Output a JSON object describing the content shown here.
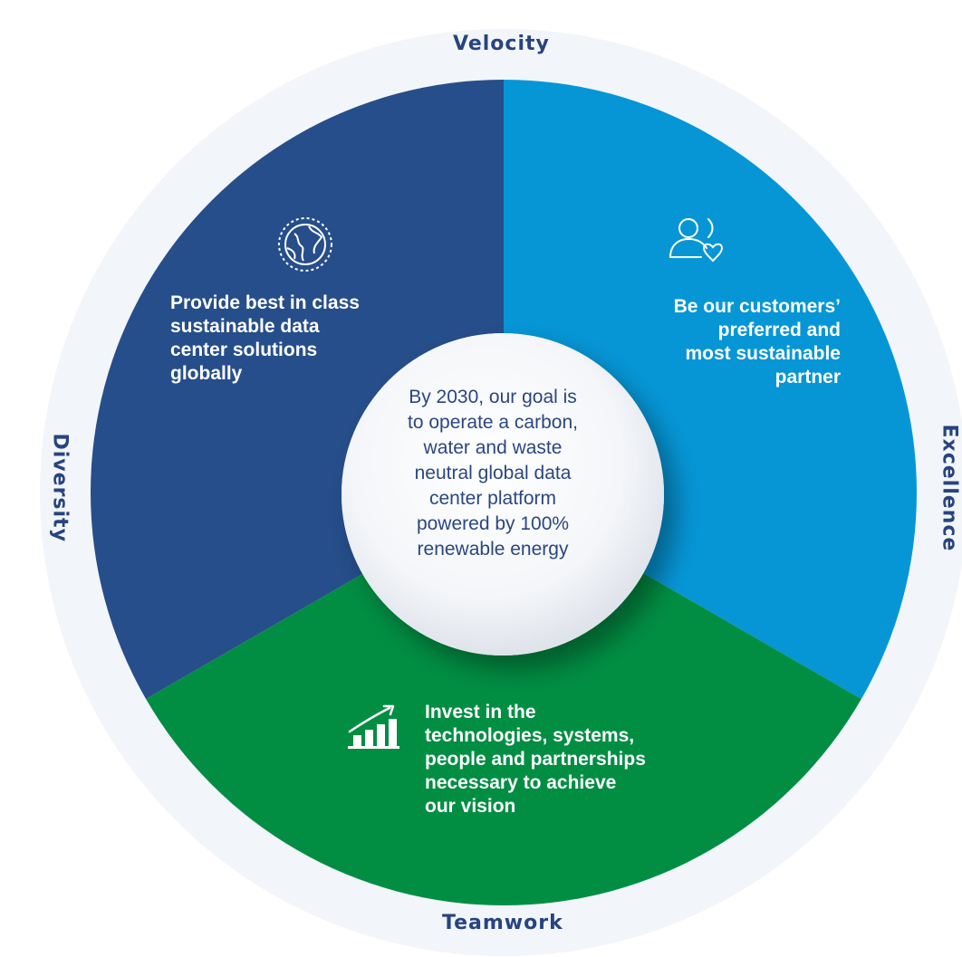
{
  "values": {
    "top": "Velocity",
    "right": "Excellence",
    "bottom": "Teamwork",
    "left": "Diversity"
  },
  "pillars": [
    {
      "text": "Provide best in class sustainable data center solutions globally",
      "icon": "globe-icon",
      "color": "#264e8a"
    },
    {
      "text": "Be our customers’ preferred and most sustainable partner",
      "icon": "customer-heart-icon",
      "color": "#0696d6"
    },
    {
      "text": "Invest in the technologies, systems, people and partnerships necessary to achieve our vision",
      "icon": "growth-chart-icon",
      "color": "#018e43"
    }
  ],
  "pillar_lines": [
    [
      "Provide best in class",
      "sustainable data",
      "center solutions",
      "globally"
    ],
    [
      "Be our customers’",
      "preferred and",
      "most sustainable",
      "partner"
    ],
    [
      "Invest in the",
      "technologies, systems,",
      "people and partnerships",
      "necessary to achieve",
      "our vision"
    ]
  ],
  "center": {
    "lines": [
      "By 2030, our goal is",
      "to operate a carbon,",
      "water and waste",
      "neutral global data",
      "center platform",
      "powered by 100%",
      "renewable energy"
    ]
  },
  "colors": {
    "outer_ring": "#f2f5f9",
    "title_text": "#27447f",
    "center_text": "#2a4780"
  }
}
